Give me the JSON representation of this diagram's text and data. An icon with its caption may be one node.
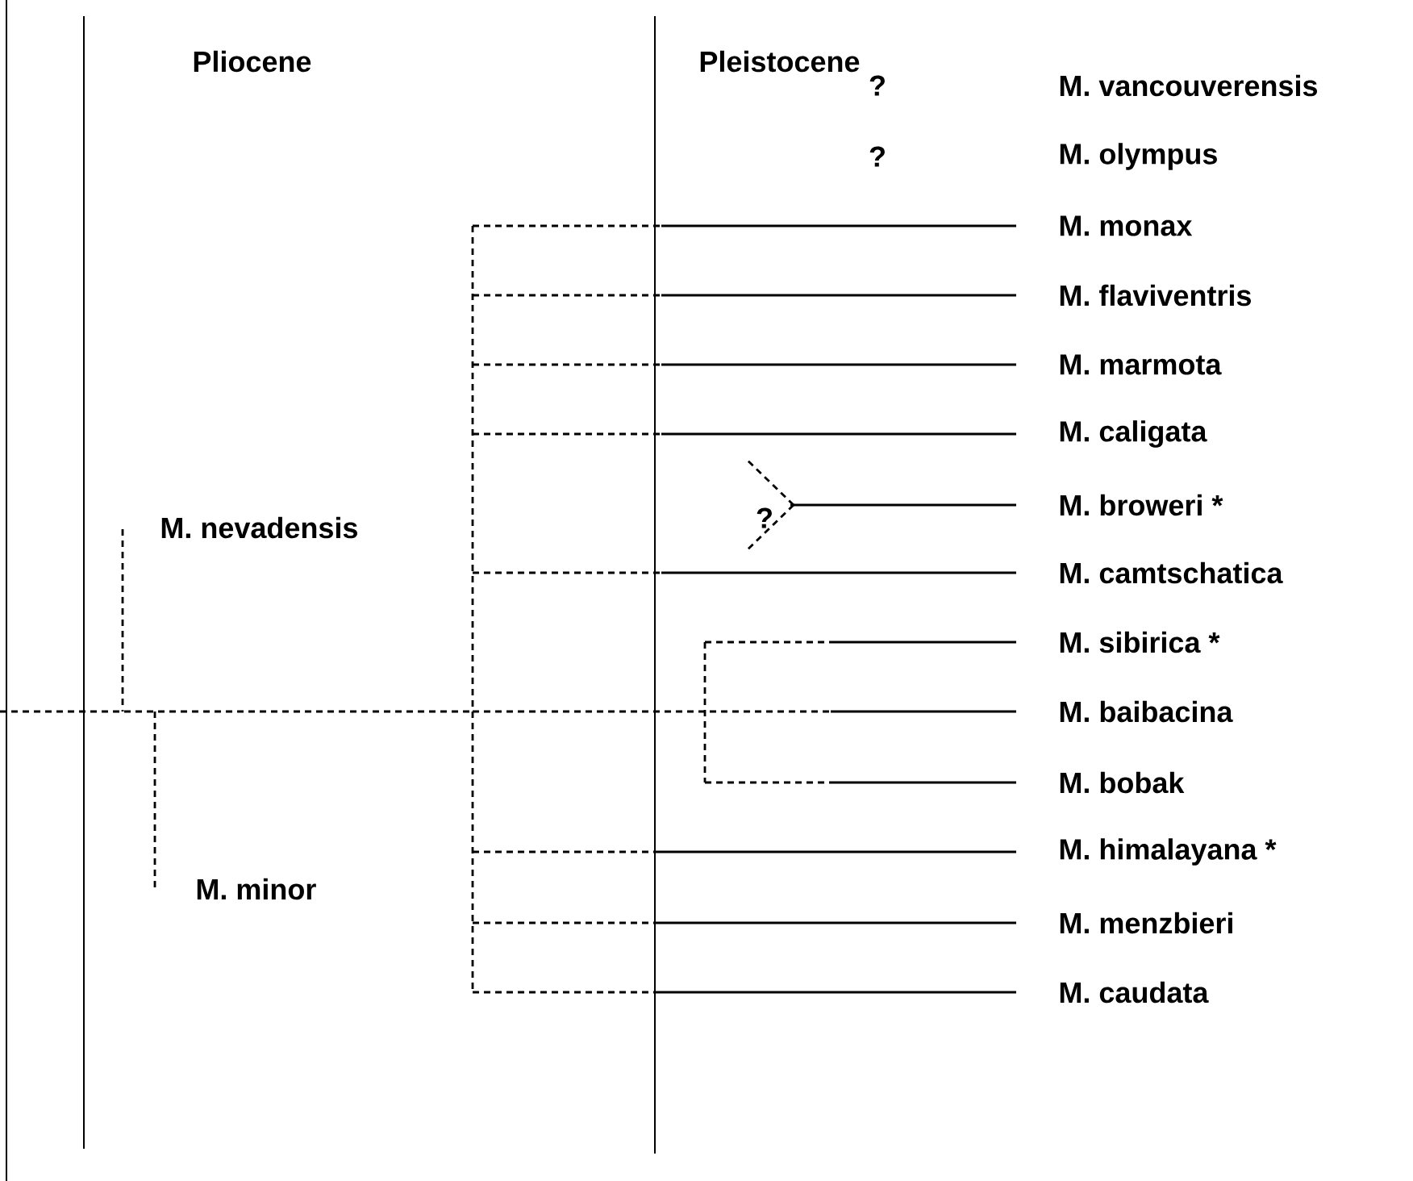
{
  "diagram": {
    "nodes": [
      {
        "text": [
          "M. monax"
        ]
      },
      {
        "text": [
          "M. flaviventris"
        ]
      },
      {
        "text": [
          "M. marmota"
        ]
      },
      {
        "text": [
          "M. caligata"
        ]
      },
      {
        "text": [
          "M. broweri *"
        ]
      },
      {
        "text": [
          "M. camtschatica"
        ]
      },
      {
        "text": [
          "M. sibirica *"
        ]
      },
      {
        "text": [
          "M. baibacina"
        ]
      },
      {
        "text": [
          "M. bobak"
        ]
      },
      {
        "text": [
          "M. himalayana *"
        ]
      },
      {
        "text": [
          "M. menzbieri"
        ]
      },
      {
        "text": [
          "M. caudata"
        ]
      }
    ],
    "edges": [
      {
        "from": null,
        "to": 0,
        "arrow": "none"
      },
      {
        "from": null,
        "to": 1,
        "arrow": "none"
      },
      {
        "from": null,
        "to": 2,
        "arrow": "none"
      },
      {
        "from": null,
        "to": 3,
        "arrow": "none"
      },
      {
        "from": null,
        "to": 4,
        "arrow": "none"
      },
      {
        "from": null,
        "to": 5,
        "arrow": "none"
      },
      {
        "from": null,
        "to": 6,
        "arrow": "none"
      },
      {
        "from": null,
        "to": 7,
        "arrow": "none"
      },
      {
        "from": null,
        "to": 8,
        "arrow": "none"
      },
      {
        "from": null,
        "to": 9,
        "arrow": "none"
      },
      {
        "from": null,
        "to": 10,
        "arrow": "none"
      },
      {
        "from": null,
        "to": 11,
        "arrow": "none"
      }
    ],
    "labels": [
      "Pliocene",
      "Pleistocene",
      "?",
      "M. vancouverensis",
      "?",
      "M. olympus",
      "M. nevadensis",
      "?",
      "M. minor"
    ]
  }
}
